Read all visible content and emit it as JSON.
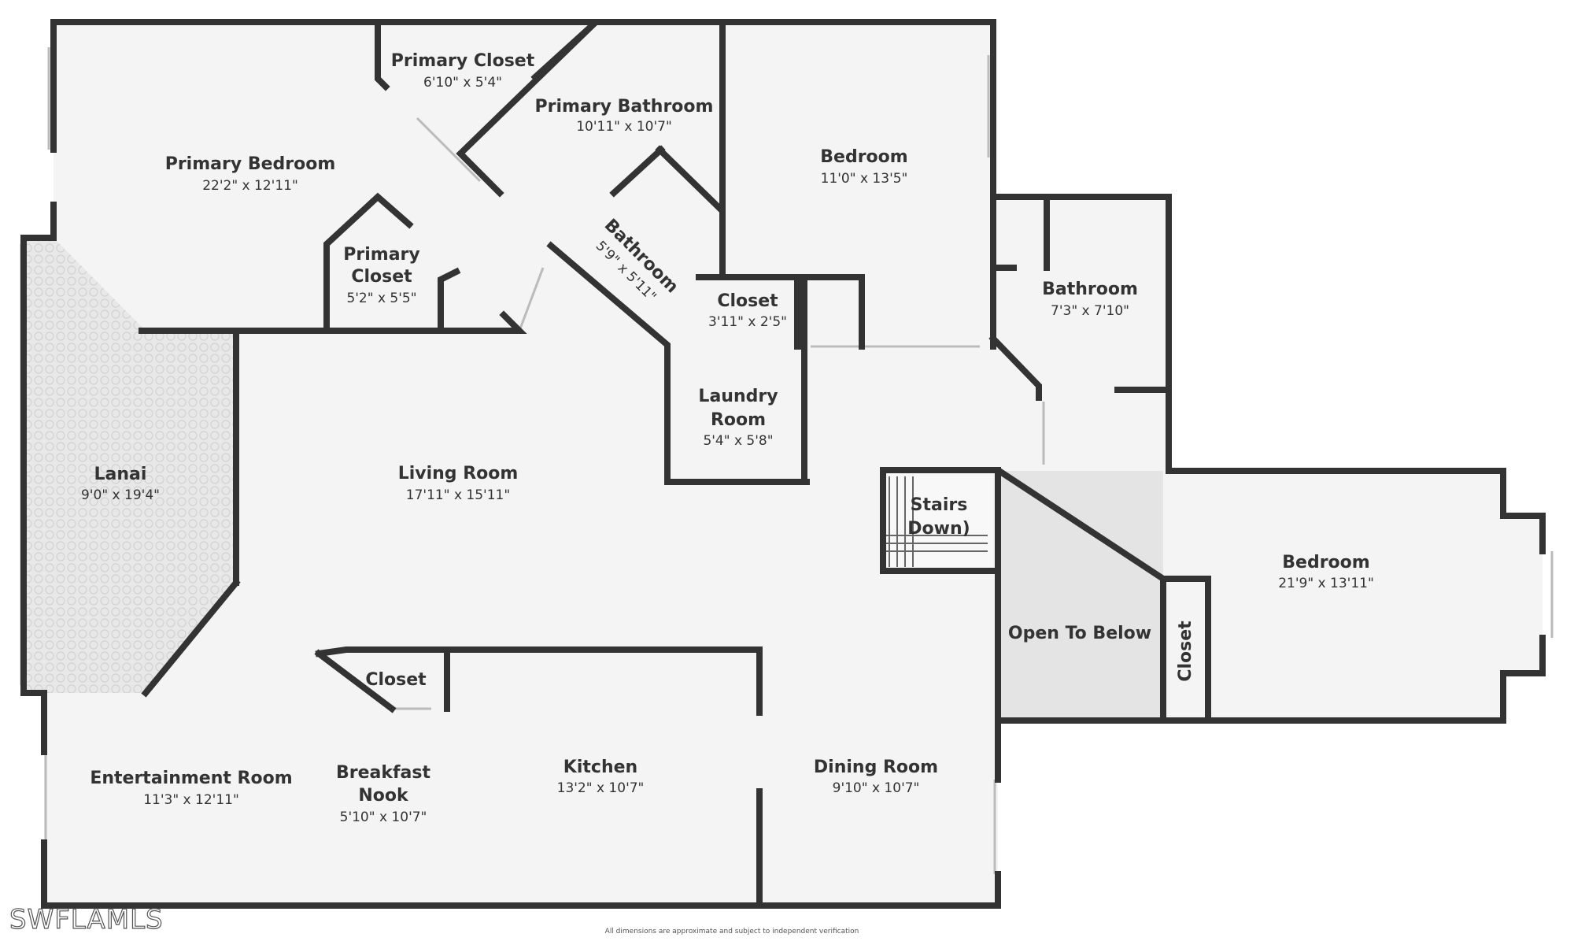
{
  "colors": {
    "wall": "#333333",
    "floor": "#f4f4f4",
    "lanai": "#e6e6e6",
    "open": "#e2e2e2",
    "text": "#333333"
  },
  "rooms": {
    "primary_closet_top": {
      "name": "Primary Closet",
      "dims": "6'10\" x 5'4\""
    },
    "primary_bathroom": {
      "name": "Primary Bathroom",
      "dims": "10'11\" x 10'7\""
    },
    "bedroom_upper": {
      "name": "Bedroom",
      "dims": "11'0\" x 13'5\""
    },
    "primary_bedroom": {
      "name": "Primary Bedroom",
      "dims": "22'2\" x 12'11\""
    },
    "primary_closet_small": {
      "name_line1": "Primary",
      "name_line2": "Closet",
      "dims": "5'2\" x 5'5\""
    },
    "bathroom_diag": {
      "name": "Bathroom",
      "dims": "5'9\" x 5'11\""
    },
    "closet_mid": {
      "name": "Closet",
      "dims": "3'11\" x 2'5\""
    },
    "bathroom_right": {
      "name": "Bathroom",
      "dims": "7'3\" x 7'10\""
    },
    "laundry": {
      "name_line1": "Laundry",
      "name_line2": "Room",
      "dims": "5'4\" x 5'8\""
    },
    "lanai": {
      "name": "Lanai",
      "dims": "9'0\" x 19'4\""
    },
    "living_room": {
      "name": "Living Room",
      "dims": "17'11\" x 15'11\""
    },
    "stairs": {
      "name_line1": "Stairs",
      "name_line2": "Down)"
    },
    "bedroom_right": {
      "name": "Bedroom",
      "dims": "21'9\" x 13'11\""
    },
    "open_to_below": {
      "name": "Open To Below"
    },
    "closet_vertical": {
      "name": "Closet"
    },
    "closet_lower": {
      "name": "Closet"
    },
    "entertainment": {
      "name": "Entertainment Room",
      "dims": "11'3\" x 12'11\""
    },
    "breakfast_nook": {
      "name_line1": "Breakfast",
      "name_line2": "Nook",
      "dims": "5'10\" x 10'7\""
    },
    "kitchen": {
      "name": "Kitchen",
      "dims": "13'2\" x 10'7\""
    },
    "dining": {
      "name": "Dining Room",
      "dims": "9'10\" x 10'7\""
    }
  },
  "watermark": "SWFLAMLS",
  "disclaimer": "All dimensions are approximate and subject to independent verification"
}
